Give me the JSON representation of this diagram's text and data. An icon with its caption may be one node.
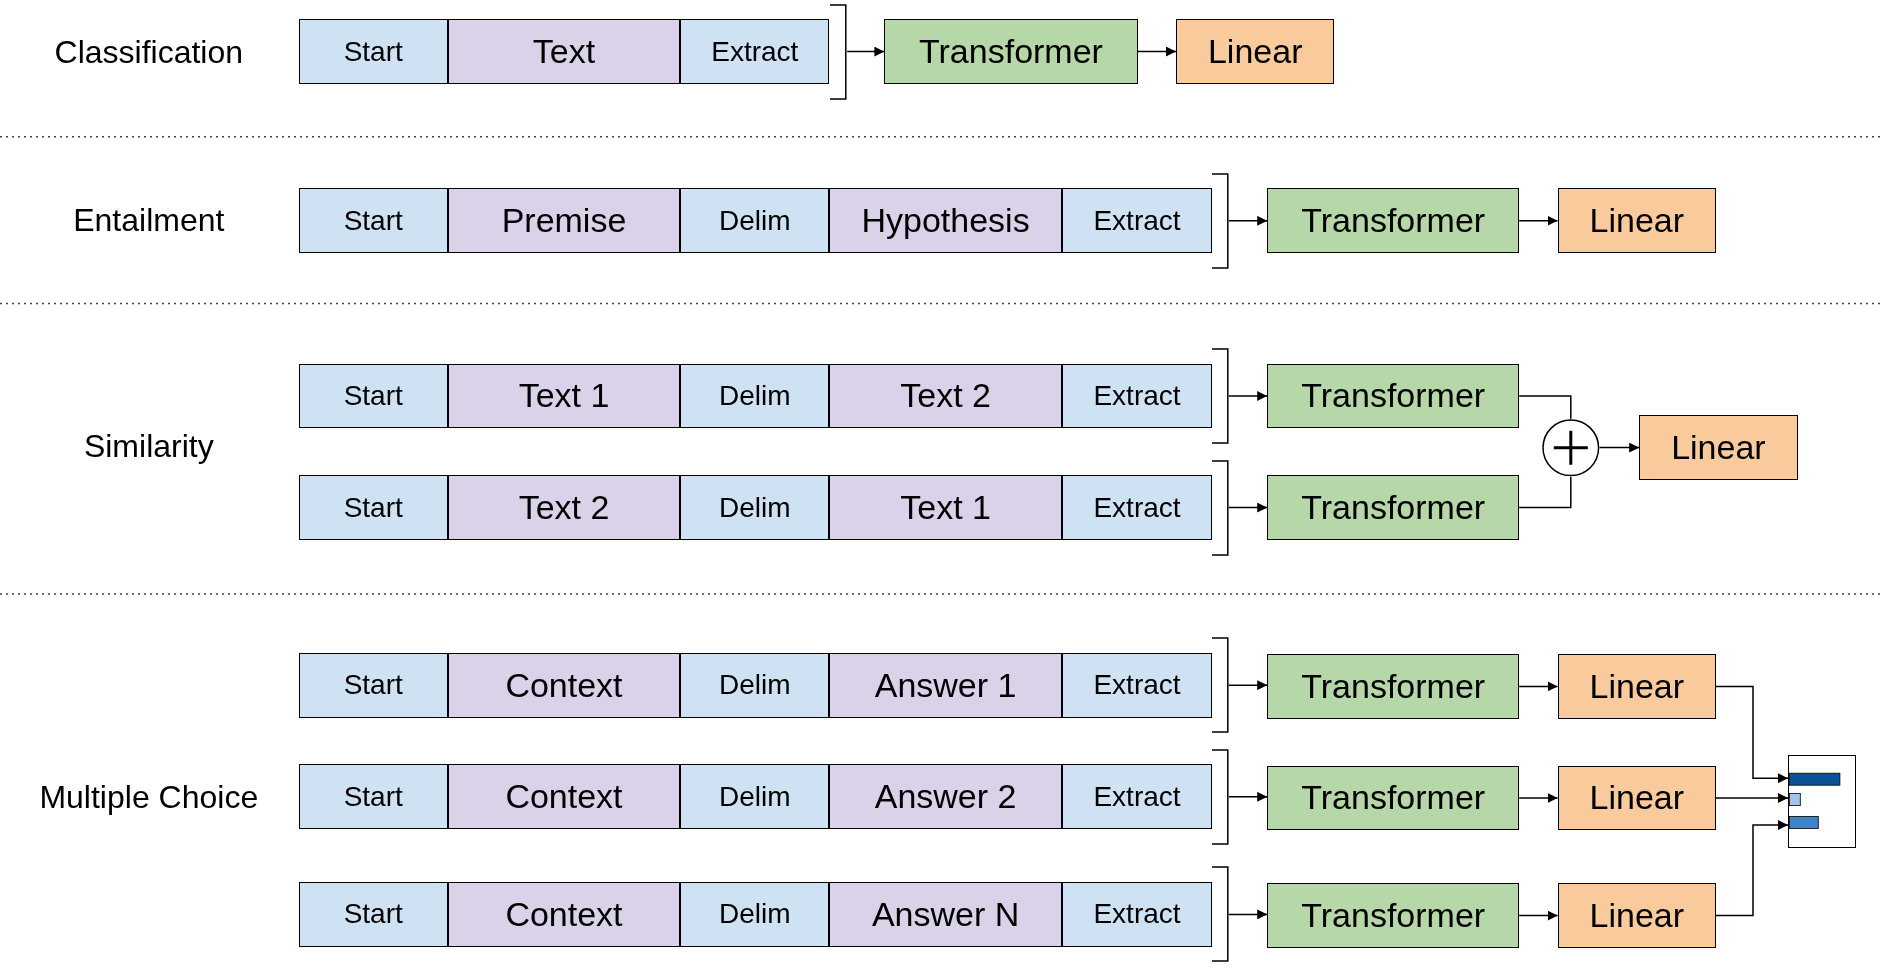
{
  "diagram": {
    "nodes": [
      {
        "text": [
          "Start"
        ]
      },
      {
        "text": [
          "Text"
        ]
      },
      {
        "text": [
          "Extract"
        ]
      },
      {
        "text": [],
        "shape": "bracket"
      },
      {
        "text": [
          "Transformer"
        ]
      },
      {
        "text": [
          "Linear"
        ]
      },
      {
        "text": [
          "Start"
        ]
      },
      {
        "text": [
          "Premise"
        ]
      },
      {
        "text": [
          "Delim"
        ]
      },
      {
        "text": [
          "Hypothesis"
        ]
      },
      {
        "text": [
          "Extract"
        ]
      },
      {
        "text": [],
        "shape": "bracket"
      },
      {
        "text": [
          "Transformer"
        ]
      },
      {
        "text": [
          "Linear"
        ]
      },
      {
        "text": [
          "Start"
        ]
      },
      {
        "text": [
          "Text 1"
        ]
      },
      {
        "text": [
          "Delim"
        ]
      },
      {
        "text": [
          "Text 2"
        ]
      },
      {
        "text": [
          "Extract"
        ]
      },
      {
        "text": [],
        "shape": "bracket"
      },
      {
        "text": [
          "Transformer"
        ]
      },
      {
        "text": [
          "Start"
        ]
      },
      {
        "text": [
          "Text 2"
        ]
      },
      {
        "text": [
          "Delim"
        ]
      },
      {
        "text": [
          "Text 1"
        ]
      },
      {
        "text": [
          "Extract"
        ]
      },
      {
        "text": [],
        "shape": "bracket"
      },
      {
        "text": [
          "Transformer"
        ]
      },
      {
        "text": [],
        "shape": "circle"
      },
      {
        "text": [
          "Linear"
        ]
      },
      {
        "text": [
          "Start"
        ]
      },
      {
        "text": [
          "Context"
        ]
      },
      {
        "text": [
          "Delim"
        ]
      },
      {
        "text": [
          "Answer 1"
        ]
      },
      {
        "text": [
          "Extract"
        ]
      },
      {
        "text": [],
        "shape": "bracket"
      },
      {
        "text": [
          "Transformer"
        ]
      },
      {
        "text": [
          "Linear"
        ]
      },
      {
        "text": [
          "Start"
        ]
      },
      {
        "text": [
          "Context"
        ]
      },
      {
        "text": [
          "Delim"
        ]
      },
      {
        "text": [
          "Answer 2"
        ]
      },
      {
        "text": [
          "Extract"
        ]
      },
      {
        "text": [],
        "shape": "bracket"
      },
      {
        "text": [
          "Transformer"
        ]
      },
      {
        "text": [
          "Linear"
        ]
      },
      {
        "text": [
          "Start"
        ]
      },
      {
        "text": [
          "Context"
        ]
      },
      {
        "text": [
          "Delim"
        ]
      },
      {
        "text": [
          "Answer N"
        ]
      },
      {
        "text": [
          "Extract"
        ]
      },
      {
        "text": [],
        "shape": "bracket"
      },
      {
        "text": [
          "Transformer"
        ]
      },
      {
        "text": [
          "Linear"
        ]
      },
      {
        "text": [],
        "shape": "chart"
      }
    ],
    "edges": [
      {
        "from": 3,
        "to": 4,
        "arrow": "to"
      },
      {
        "from": 4,
        "to": 5,
        "arrow": "to"
      },
      {
        "from": 11,
        "to": 12,
        "arrow": "to"
      },
      {
        "from": 12,
        "to": 13,
        "arrow": "to"
      },
      {
        "from": 19,
        "to": 20,
        "arrow": "to"
      },
      {
        "from": 26,
        "to": 27,
        "arrow": "to"
      },
      {
        "from": 20,
        "to": 28,
        "arrow": "none"
      },
      {
        "from": 27,
        "to": 28,
        "arrow": "none"
      },
      {
        "from": 28,
        "to": 29,
        "arrow": "to"
      },
      {
        "from": 35,
        "to": 36,
        "arrow": "to"
      },
      {
        "from": 36,
        "to": 37,
        "arrow": "to"
      },
      {
        "from": 43,
        "to": 44,
        "arrow": "to"
      },
      {
        "from": 44,
        "to": 45,
        "arrow": "to"
      },
      {
        "from": 51,
        "to": 52,
        "arrow": "to"
      },
      {
        "from": 52,
        "to": 53,
        "arrow": "to"
      },
      {
        "from": 37,
        "to": 54,
        "arrow": "to"
      },
      {
        "from": 45,
        "to": 54,
        "arrow": "to"
      },
      {
        "from": 53,
        "to": 54,
        "arrow": "to"
      }
    ],
    "labels": [
      "Classification",
      "Entailment",
      "Similarity",
      "Multiple Choice"
    ]
  }
}
